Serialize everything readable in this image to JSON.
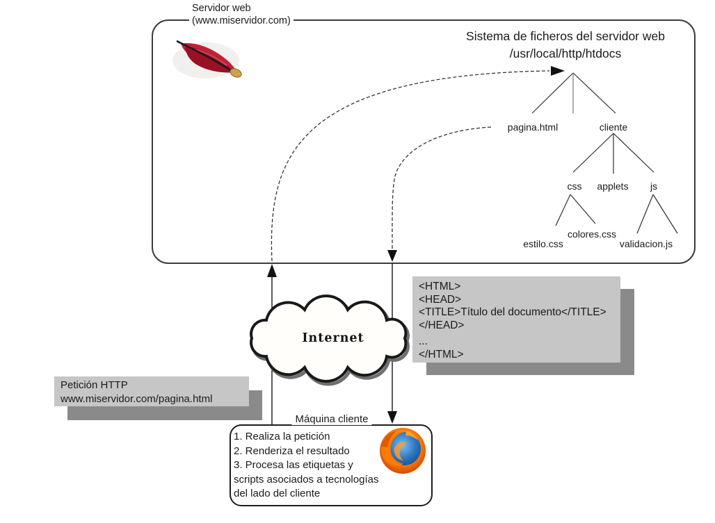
{
  "server_box": {
    "label_line1": "Servidor web",
    "label_line2": "(www.miservidor.com)",
    "fs_title_line1": "Sistema de ficheros del servidor web",
    "fs_title_line2": "/usr/local/http/htdocs"
  },
  "file_tree": {
    "pagina": "pagina.html",
    "cliente": "cliente",
    "css": "css",
    "applets": "applets",
    "js": "js",
    "estilo": "estilo.css",
    "colores": "colores.css",
    "validacion": "validacion.js"
  },
  "internet_cloud": {
    "label": "Internet"
  },
  "html_code_box": {
    "lines": [
      "<HTML>",
      "<HEAD>",
      "<TITLE>Título del documento</TITLE>",
      "</HEAD>",
      "...",
      "</HTML>"
    ]
  },
  "http_request_box": {
    "lines": [
      "Petición HTTP",
      "www.miservidor.com/pagina.html"
    ]
  },
  "client_box": {
    "label": "Máquina cliente",
    "lines": [
      "1. Realiza la petición",
      "2. Renderiza el resultado",
      "3. Procesa las etiquetas y",
      "scripts asociados a tecnologías",
      "del lado del cliente"
    ]
  },
  "icons": {
    "server_logo": "apache-feather-icon",
    "client_logo": "firefox-icon",
    "cloud": "internet-cloud-shape"
  },
  "colors": {
    "gray_box_fill": "#c6c6c6",
    "gray_box_shadow": "#8a8a8a",
    "border": "#3b3b3b",
    "line": "#161616"
  }
}
